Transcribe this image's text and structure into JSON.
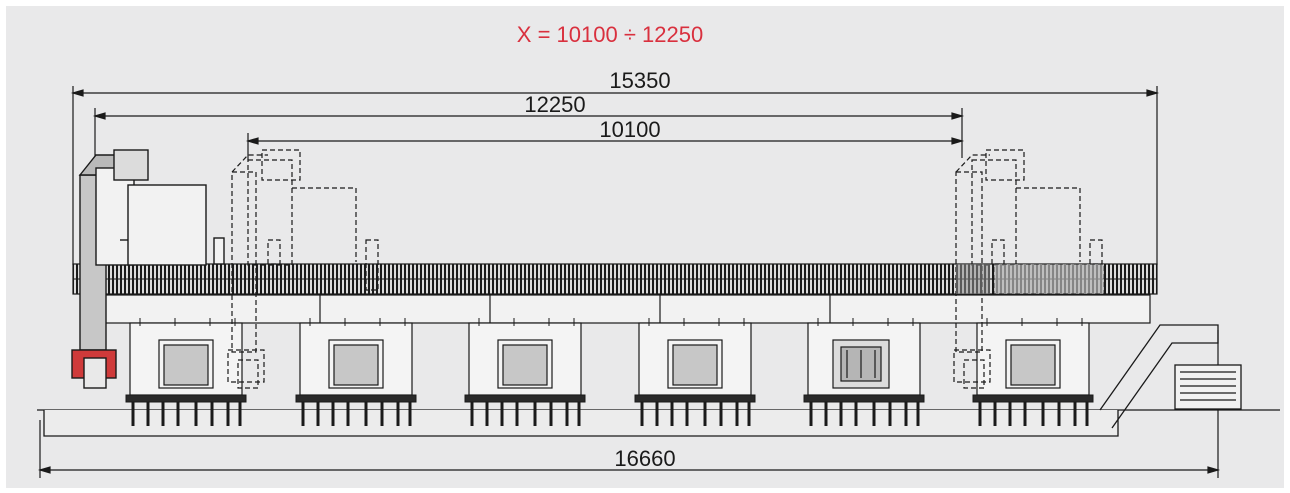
{
  "diagram": {
    "range_label": "X = 10100 ÷ 12250",
    "dimensions": {
      "overall_travel": "15350",
      "max_stroke": "12250",
      "min_stroke": "10100",
      "bed_length": "16660"
    },
    "colors": {
      "background": "#e9e9ea",
      "range_label": "#d9303e",
      "line": "#1a1a1a",
      "column_fill": "#c7c7c7",
      "tool_fill": "#cf3a3a"
    }
  }
}
